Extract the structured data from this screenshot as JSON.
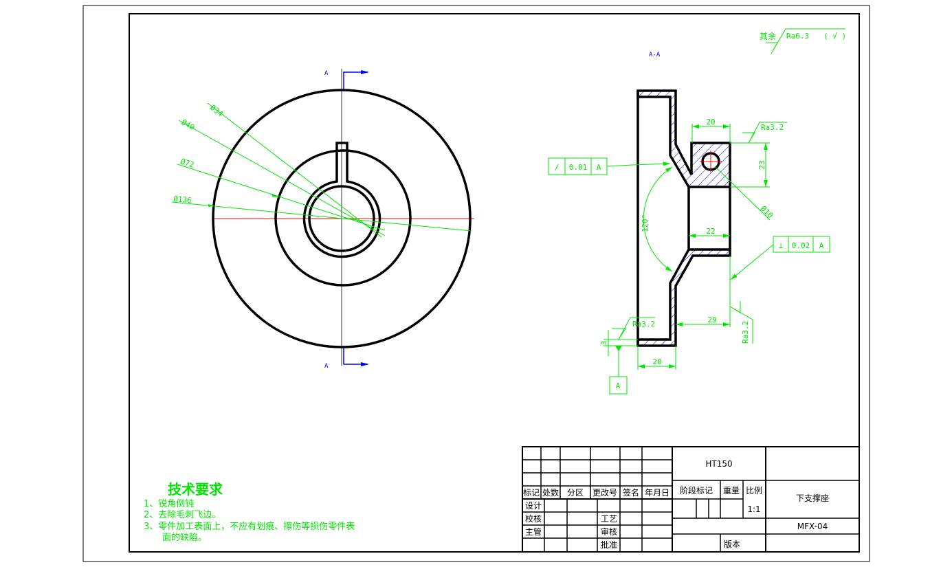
{
  "colors": {
    "outline": "#000000",
    "dimension": "#00e600",
    "section": "#0000ff",
    "centerline": "#ff0000"
  },
  "front_view": {
    "section_mark_top": "A",
    "section_mark_bottom": "A",
    "dims": {
      "d34": "Ø34",
      "d40": "Ø40",
      "d72": "Ø72",
      "d136": "Ø136"
    }
  },
  "section_view": {
    "label": "A-A",
    "dims": {
      "boss_width": "20",
      "boss_height": "23",
      "hole_dia": "Ø10",
      "bore_width": "22",
      "angle": "120°",
      "flange_offset": "29",
      "base_width": "20",
      "base_thick": "3"
    },
    "roughness": {
      "top": "Ra3.2",
      "right": "Ra3.2",
      "bottom": "Ra3.2"
    },
    "runout": {
      "symbol": "/",
      "value": "0.01",
      "datum": "A"
    },
    "perpendicularity": {
      "symbol": "⊥",
      "value": "0.02",
      "datum": "A"
    },
    "datum": "A"
  },
  "general_roughness": {
    "prefix": "其余",
    "value": "Ra6.3",
    "suffix": "( √ )"
  },
  "tech_requirements": {
    "title": "技术要求",
    "items": [
      "1、锐角倒钝",
      "2、去除毛刺飞边。",
      "3、零件加工表面上，不应有划痕、擦伤等损伤零件表",
      "面的缺陷。"
    ]
  },
  "title_block": {
    "headers": [
      "标记",
      "处数",
      "分区",
      "更改号",
      "签名",
      "年月日"
    ],
    "roles": [
      "设计",
      "校核",
      "主管"
    ],
    "roles2": [
      "工艺",
      "审核",
      "批准"
    ],
    "material": "HT150",
    "stage_mark": "阶段标记",
    "weight": "重量",
    "scale_label": "比例",
    "scale": "1:1",
    "part_name": "下支撑座",
    "drawing_no": "MFX-04",
    "version": "版本"
  }
}
